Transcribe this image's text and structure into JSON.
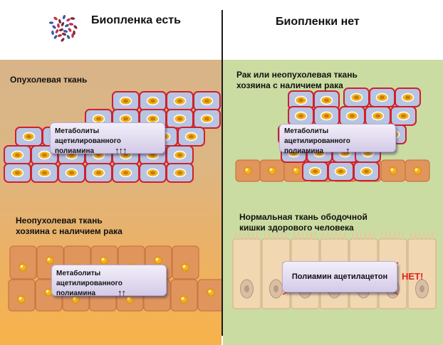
{
  "header": {
    "left_title": "Биопленка есть",
    "right_title": "Биопленки нет",
    "bacteria_icon": "bacteria-cluster-icon"
  },
  "left": {
    "tumor_label": "Опухолевая ткань",
    "tumor_box": {
      "line1": "Метаболиты ацетилированного",
      "line2": "полиамина",
      "arrows": "↑↑↑"
    },
    "host_label_1": "Неопухолевая ткань",
    "host_label_2": "хозяина с наличием рака",
    "host_box": {
      "line1": "Метаболиты ацетилированного",
      "line2": "полиамина",
      "arrows": "↑↑"
    }
  },
  "right": {
    "cancer_label_1": "Рак или неопухолевая ткань",
    "cancer_label_2": "хозяина с наличием рака",
    "cancer_box": {
      "line1": "Метаболиты ацетилированного",
      "line2": "полиамина",
      "arrows": "↑"
    },
    "normal_label_1": "Нормальная ткань ободочной",
    "normal_label_2": "кишки здорового человека",
    "normal_box": {
      "text": "Полиамин ацетилацетон"
    },
    "no_label": "НЕТ!"
  },
  "colors": {
    "tumor_cell_fill": "#b8c4e2",
    "tumor_cell_stroke": "#d0202c",
    "normal_cell_fill": "#e0955c",
    "nucleus": "#f2b21a",
    "healthy_cell": "#f1d7b2",
    "healthy_nucleus": "#b99c84"
  }
}
